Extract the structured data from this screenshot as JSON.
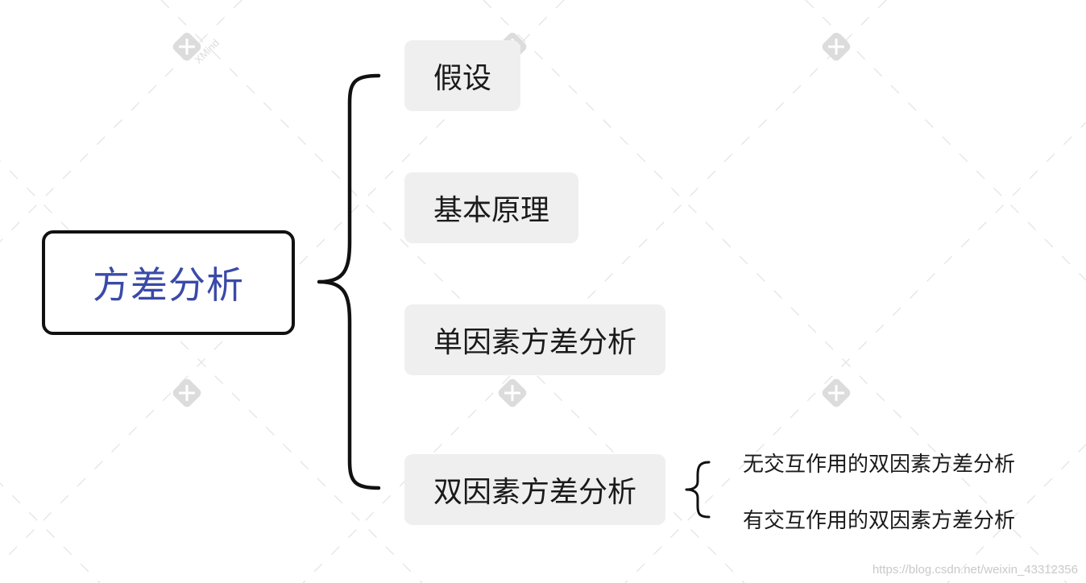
{
  "mindmap": {
    "root": {
      "label": "方差分析",
      "color": "#3a4aa8"
    },
    "topics": [
      {
        "label": "假设"
      },
      {
        "label": "基本原理"
      },
      {
        "label": "单因素方差分析"
      },
      {
        "label": "双因素方差分析",
        "subtopics": [
          {
            "label": "无交互作用的双因素方差分析"
          },
          {
            "label": "有交互作用的双因素方差分析"
          }
        ]
      }
    ]
  },
  "watermark": {
    "brand": "XMind",
    "url": "https://blog.csdn.net/weixin_43312356"
  }
}
